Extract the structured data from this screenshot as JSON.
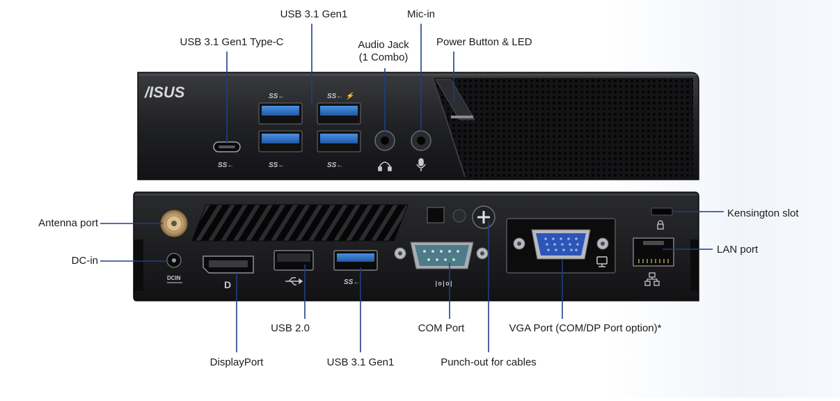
{
  "brand": {
    "logo_text": "/ISUS"
  },
  "port_icons": {
    "usb3": "SS←",
    "usb3_charge": "SS← ⚡",
    "headphone": "headphone-icon",
    "mic": "microphone-icon",
    "displayport": "D",
    "usb2": "usb-icon",
    "com": "|o|o|",
    "vga": "monitor-icon",
    "lan": "network-icon",
    "dcin": "DCIN",
    "kensington": "lock-icon"
  },
  "labels": {
    "usb31_gen1_type_c": "USB 3.1 Gen1 Type-C",
    "usb31_gen1_top": "USB 3.1 Gen1",
    "audio_jack_line1": "Audio Jack",
    "audio_jack_line2": "(1 Combo)",
    "mic_in": "Mic-in",
    "power_button": "Power Button & LED",
    "antenna_port": "Antenna port",
    "dc_in": "DC-in",
    "kensington_slot": "Kensington slot",
    "lan_port": "LAN port",
    "usb20": "USB 2.0",
    "com_port": "COM Port",
    "vga_port": "VGA Port (COM/DP Port option)*",
    "displayport": "DisplayPort",
    "usb31_gen1_bottom": "USB 3.1 Gen1",
    "punch_out": "Punch-out for cables"
  },
  "colors": {
    "leader_line": "#1d3f86",
    "chassis": "#1a1a1c",
    "usb3_blue": "#2f74c8",
    "vga_blue": "#2d55b8",
    "com_teal": "#4b7c87",
    "antenna_gold": "#c9a876"
  }
}
